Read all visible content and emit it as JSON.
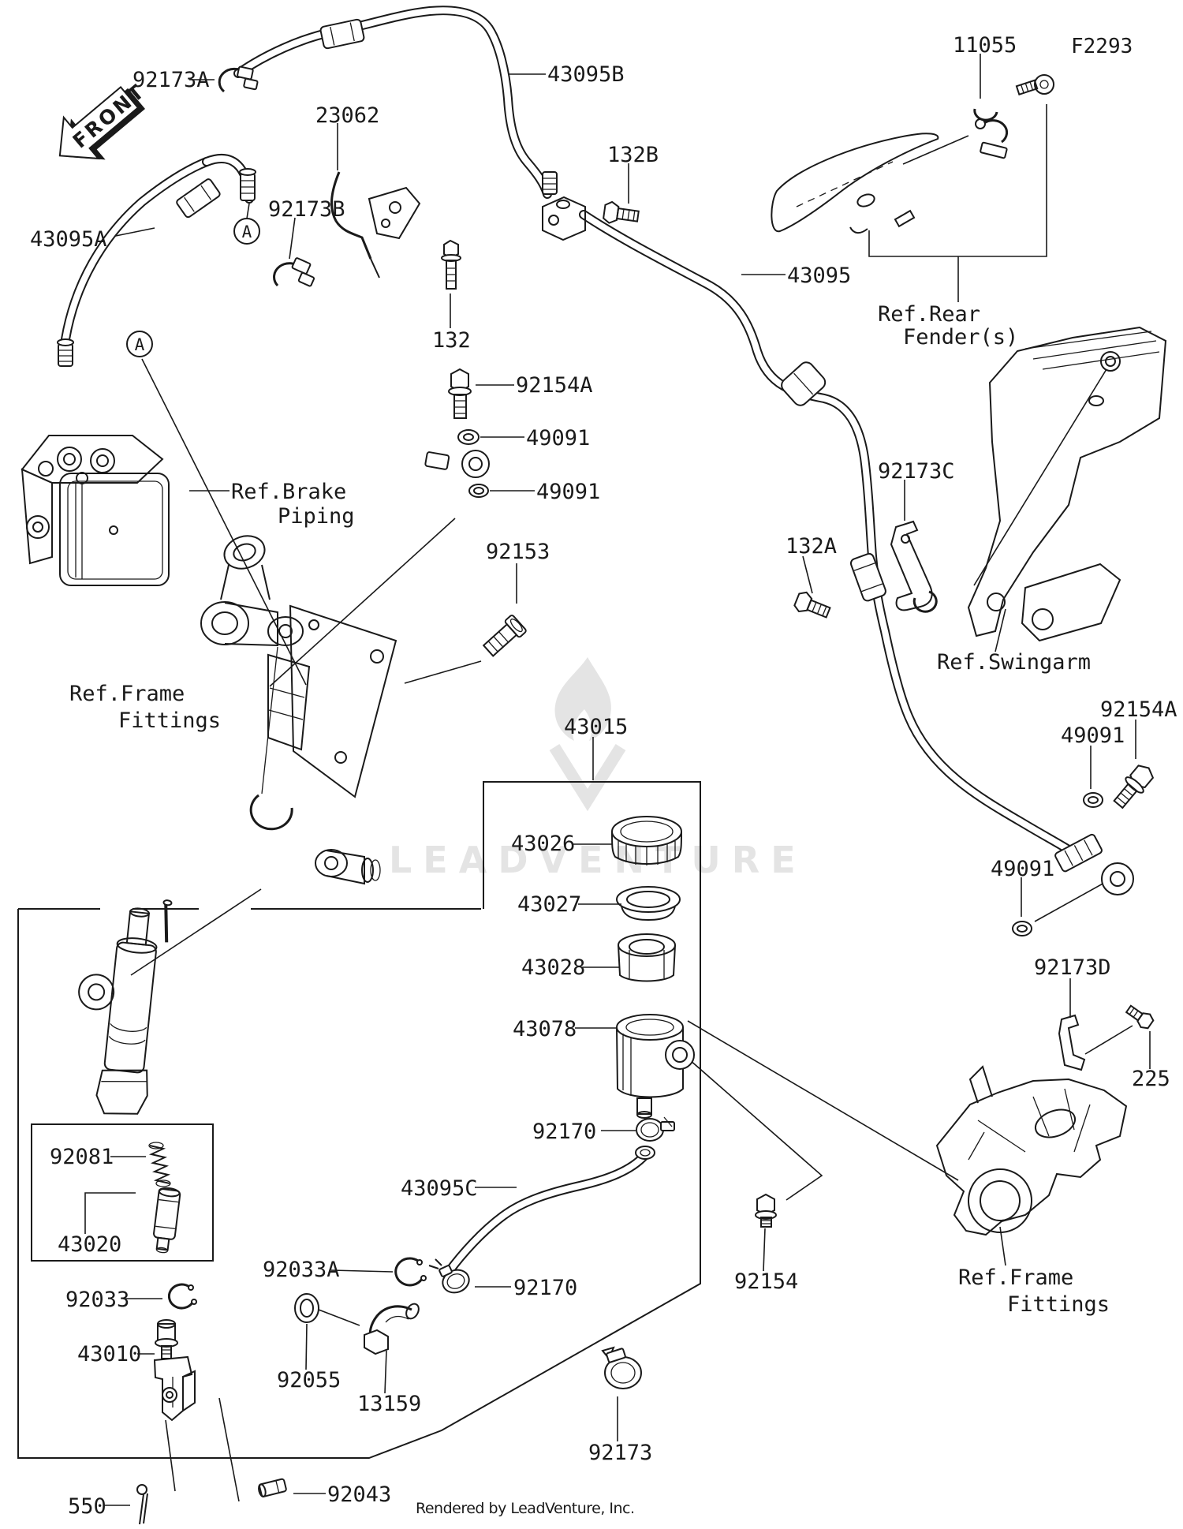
{
  "page": {
    "front_label": "FRONT",
    "code": "F2293",
    "connector_marker": "A",
    "watermark": "LEADVENTURE",
    "footer": "Rendered by LeadVenture, Inc.",
    "ink_color": "#1a1a1a",
    "watermark_color": "#e4e4e4",
    "background_color": "#ffffff"
  },
  "parts": {
    "92173a": "92173A",
    "43095b": "43095B",
    "23062": "23062",
    "132b": "132B",
    "11055": "11055",
    "92173b": "92173B",
    "43095a": "43095A",
    "132": "132",
    "43095": "43095",
    "92154a_top": "92154A",
    "49091_1": "49091",
    "49091_2": "49091",
    "92153": "92153",
    "92173c": "92173C",
    "132a": "132A",
    "92154a_right": "92154A",
    "49091_3": "49091",
    "49091_4": "49091",
    "92173d": "92173D",
    "225": "225",
    "43015": "43015",
    "43026": "43026",
    "43027": "43027",
    "43028": "43028",
    "43078": "43078",
    "92170_1": "92170",
    "43095c": "43095C",
    "92081": "92081",
    "43020": "43020",
    "92033a": "92033A",
    "92033": "92033",
    "43010": "43010",
    "92055": "92055",
    "13159": "13159",
    "92170_2": "92170",
    "92154": "92154",
    "92173": "92173",
    "550": "550",
    "92043": "92043"
  },
  "refs": {
    "rear_fender": [
      "Ref.Rear",
      "Fender(s)"
    ],
    "brake_piping": [
      "Ref.Brake",
      "Piping"
    ],
    "swingarm": [
      "Ref.Swingarm"
    ],
    "frame_fittings_left": [
      "Ref.Frame",
      "Fittings"
    ],
    "frame_fittings_right": [
      "Ref.Frame",
      "Fittings"
    ]
  }
}
